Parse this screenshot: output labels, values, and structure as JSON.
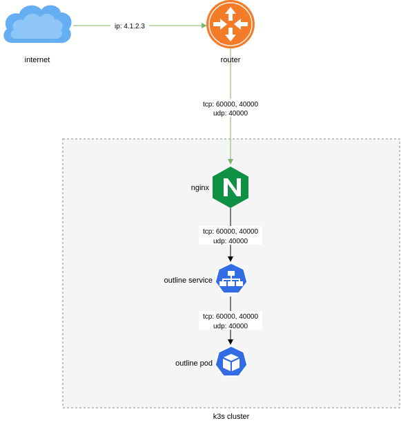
{
  "colors": {
    "cloud": "#66aef2",
    "router": "#f47b28",
    "router_ring": "#ffffff",
    "nginx": "#0f9145",
    "k8s_blue": "#326de6",
    "edge_green": "#82b366",
    "edge_black": "#000000",
    "cluster_border": "#8a8a8a",
    "cluster_fill": "#f5f5f5"
  },
  "nodes": {
    "internet": {
      "label": "internet",
      "icon": "cloud-icon"
    },
    "router": {
      "label": "router",
      "icon": "router-icon"
    },
    "nginx": {
      "label": "nginx",
      "icon": "nginx-icon"
    },
    "service": {
      "label": "outline service",
      "icon": "kubernetes-service-icon"
    },
    "pod": {
      "label": "outline pod",
      "icon": "kubernetes-pod-icon"
    }
  },
  "cluster": {
    "label": "k3s cluster"
  },
  "edges": {
    "internet_router": {
      "label": "ip: 4.1.2.3"
    },
    "router_nginx": {
      "line1": "tcp: 60000, 40000",
      "line2": "udp: 40000"
    },
    "nginx_service": {
      "line1": "tcp: 60000, 40000",
      "line2": "udp: 40000"
    },
    "service_pod": {
      "line1": "tcp: 60000, 40000",
      "line2": "udp: 40000"
    }
  }
}
